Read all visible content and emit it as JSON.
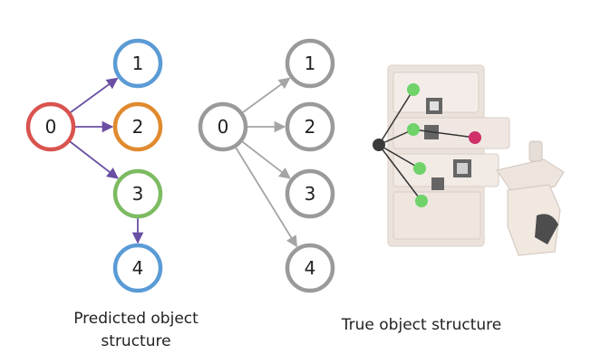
{
  "predicted": {
    "caption_line1": "Predicted object",
    "caption_line2": "structure",
    "nodes": [
      {
        "label": "0",
        "color": "#d9534f"
      },
      {
        "label": "1",
        "color": "#5b9bd5"
      },
      {
        "label": "2",
        "color": "#e08a2e"
      },
      {
        "label": "3",
        "color": "#7dbb62"
      },
      {
        "label": "4",
        "color": "#5b9bd5"
      }
    ],
    "edges": [
      [
        0,
        1
      ],
      [
        0,
        2
      ],
      [
        0,
        3
      ],
      [
        3,
        4
      ]
    ],
    "edge_color": "#6a4fa3"
  },
  "true_structure": {
    "caption": "True object structure",
    "nodes": [
      {
        "label": "0",
        "color": "#9a9a9a"
      },
      {
        "label": "1",
        "color": "#9a9a9a"
      },
      {
        "label": "2",
        "color": "#9a9a9a"
      },
      {
        "label": "3",
        "color": "#9a9a9a"
      },
      {
        "label": "4",
        "color": "#9a9a9a"
      }
    ],
    "edges": [
      [
        0,
        1
      ],
      [
        0,
        2
      ],
      [
        0,
        3
      ],
      [
        0,
        4
      ]
    ],
    "edge_color": "#a5a5a5"
  },
  "photo": {
    "root_marker_color": "#3a3a3a",
    "part_marker_color": "#6fd36a",
    "target_marker_color": "#d0306a"
  }
}
